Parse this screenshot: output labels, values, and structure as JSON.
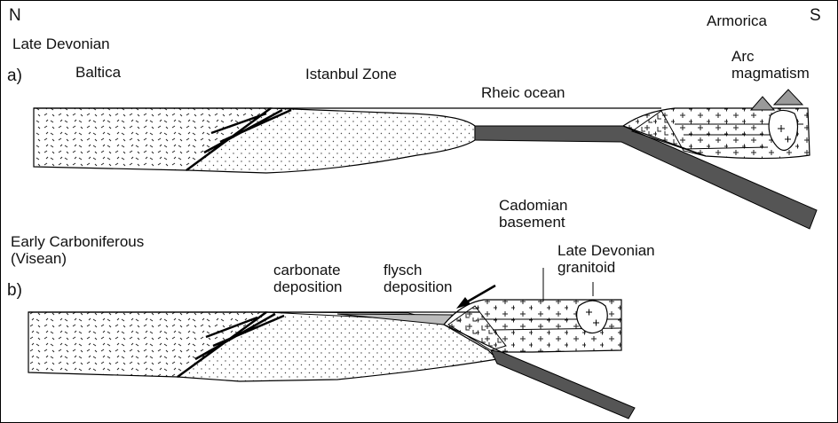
{
  "compass": {
    "north": "N",
    "south": "S"
  },
  "panel_a": {
    "letter": "a)",
    "age": "Late Devonian",
    "baltica": "Baltica",
    "istanbul": "Istanbul Zone",
    "rheic": "Rheic ocean",
    "armorica": "Armorica",
    "arc_line1": "Arc",
    "arc_line2": "magmatism"
  },
  "panel_b": {
    "letter": "b)",
    "age_line1": "Early Carboniferous",
    "age_line2": "(Visean)",
    "carbonate_line1": "carbonate",
    "carbonate_line2": "deposition",
    "flysch_line1": "flysch",
    "flysch_line2": "deposition",
    "cadomian_line1": "Cadomian",
    "cadomian_line2": "basement",
    "granitoid_line1": "Late Devonian",
    "granitoid_line2": "granitoid"
  },
  "colors": {
    "ocean_slab": "#555555",
    "arc": "#9a9a9a",
    "flysch": "#bcbcbc"
  }
}
